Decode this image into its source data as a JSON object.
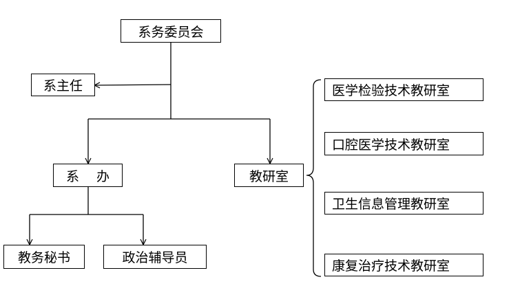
{
  "diagram": {
    "nodes": {
      "committee": "系务委员会",
      "director": "系主任",
      "office": "系　 办",
      "teaching_research": "教研室",
      "academic_secretary": "教务秘书",
      "counselor": "政治辅导员",
      "lab_medicine": "医学检验技术教研室",
      "oral_medicine": "口腔医学技术教研室",
      "health_info": "卫生信息管理教研室",
      "rehab": "康复治疗技术教研室"
    },
    "colors": {
      "line": "#000000",
      "box_border": "#000000",
      "text": "#000000"
    }
  }
}
